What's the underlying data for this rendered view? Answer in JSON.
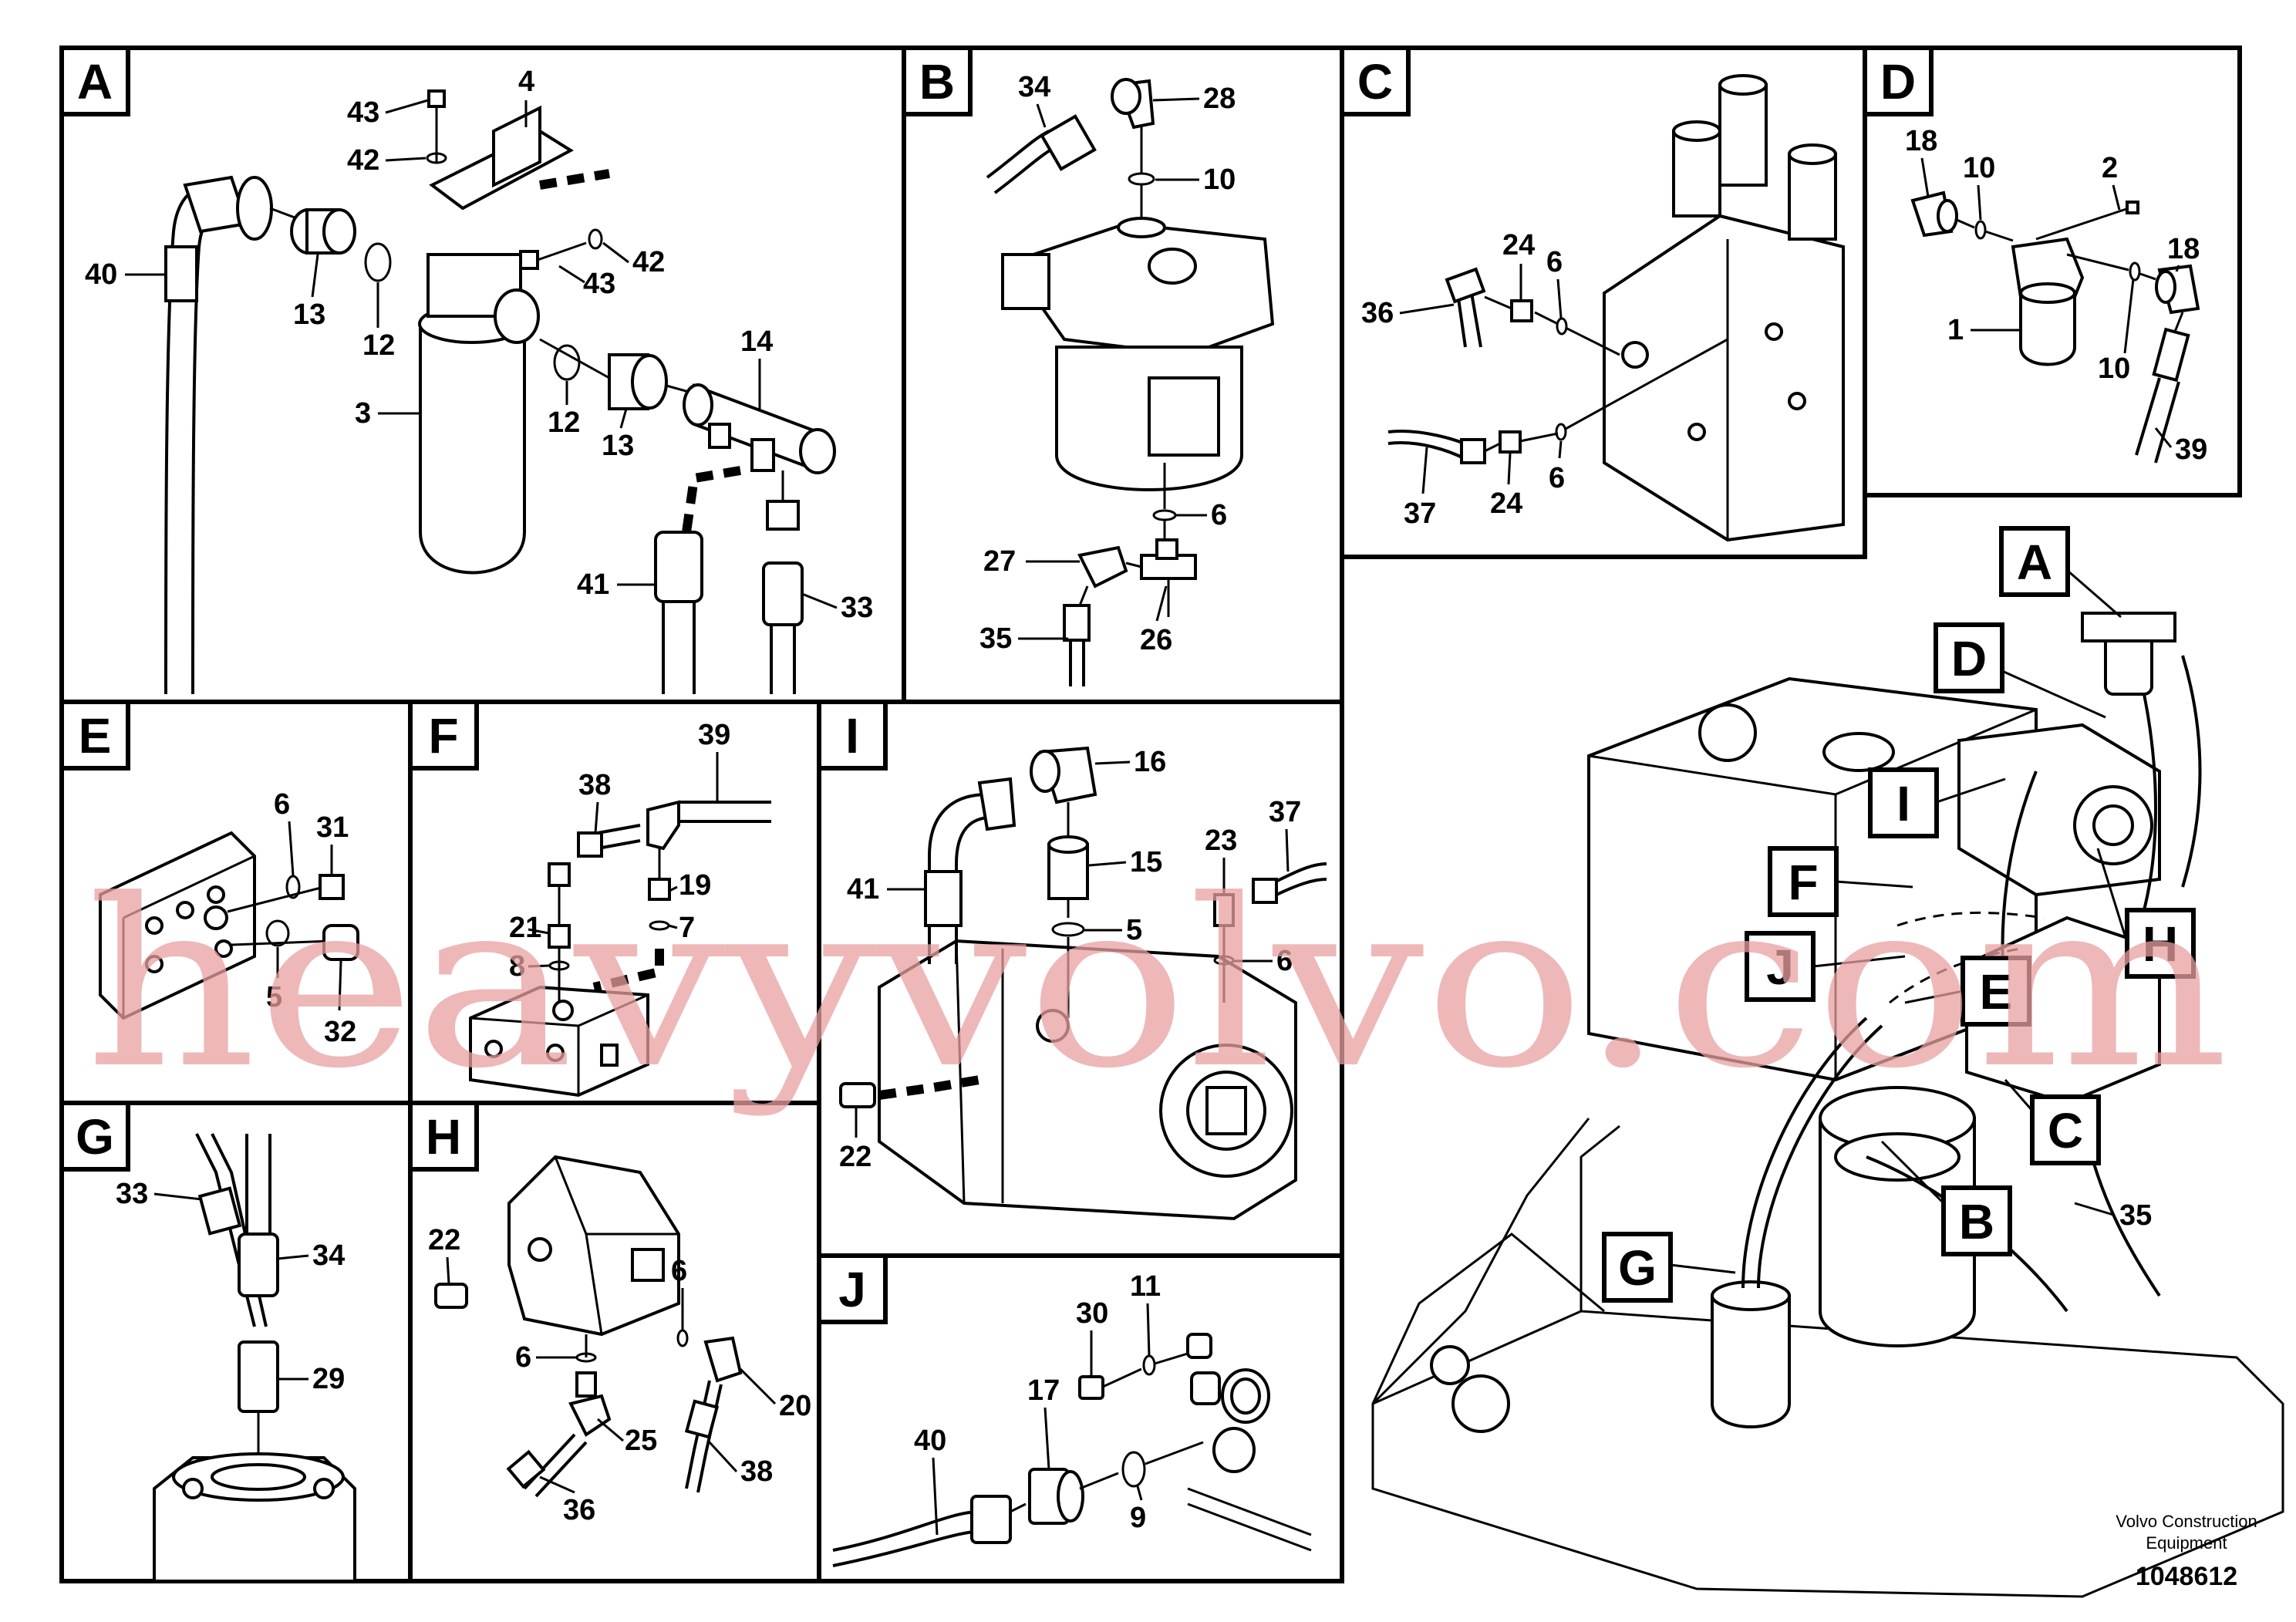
{
  "panels": {
    "A": {
      "letter": "A",
      "callouts": [
        "43",
        "4",
        "42",
        "42",
        "43",
        "40",
        "13",
        "12",
        "3",
        "12",
        "13",
        "14",
        "41",
        "33"
      ]
    },
    "B": {
      "letter": "B",
      "callouts": [
        "34",
        "28",
        "10",
        "6",
        "27",
        "35",
        "26"
      ]
    },
    "C": {
      "letter": "C",
      "callouts": [
        "24",
        "6",
        "36",
        "37",
        "24",
        "6"
      ]
    },
    "D": {
      "letter": "D",
      "callouts": [
        "18",
        "10",
        "2",
        "18",
        "1",
        "10",
        "39"
      ]
    },
    "E": {
      "letter": "E",
      "callouts": [
        "6",
        "31",
        "5",
        "32"
      ]
    },
    "F": {
      "letter": "F",
      "callouts": [
        "38",
        "39",
        "19",
        "21",
        "7",
        "8"
      ]
    },
    "I": {
      "letter": "I",
      "callouts": [
        "16",
        "15",
        "41",
        "5",
        "23",
        "37",
        "6",
        "22"
      ]
    },
    "G": {
      "letter": "G",
      "callouts": [
        "33",
        "34",
        "29"
      ]
    },
    "H": {
      "letter": "H",
      "callouts": [
        "22",
        "6",
        "6",
        "20",
        "25",
        "38",
        "36"
      ]
    },
    "J": {
      "letter": "J",
      "callouts": [
        "30",
        "11",
        "17",
        "40",
        "9"
      ]
    }
  },
  "overview": {
    "tags": [
      "A",
      "D",
      "I",
      "F",
      "H",
      "J",
      "E",
      "C",
      "B",
      "G"
    ],
    "extra_callout": "35"
  },
  "footer": {
    "credit_line1": "Volvo Construction",
    "credit_line2": "Equipment",
    "doc_number": "1048612"
  },
  "watermark": "heavyvolvo.com"
}
